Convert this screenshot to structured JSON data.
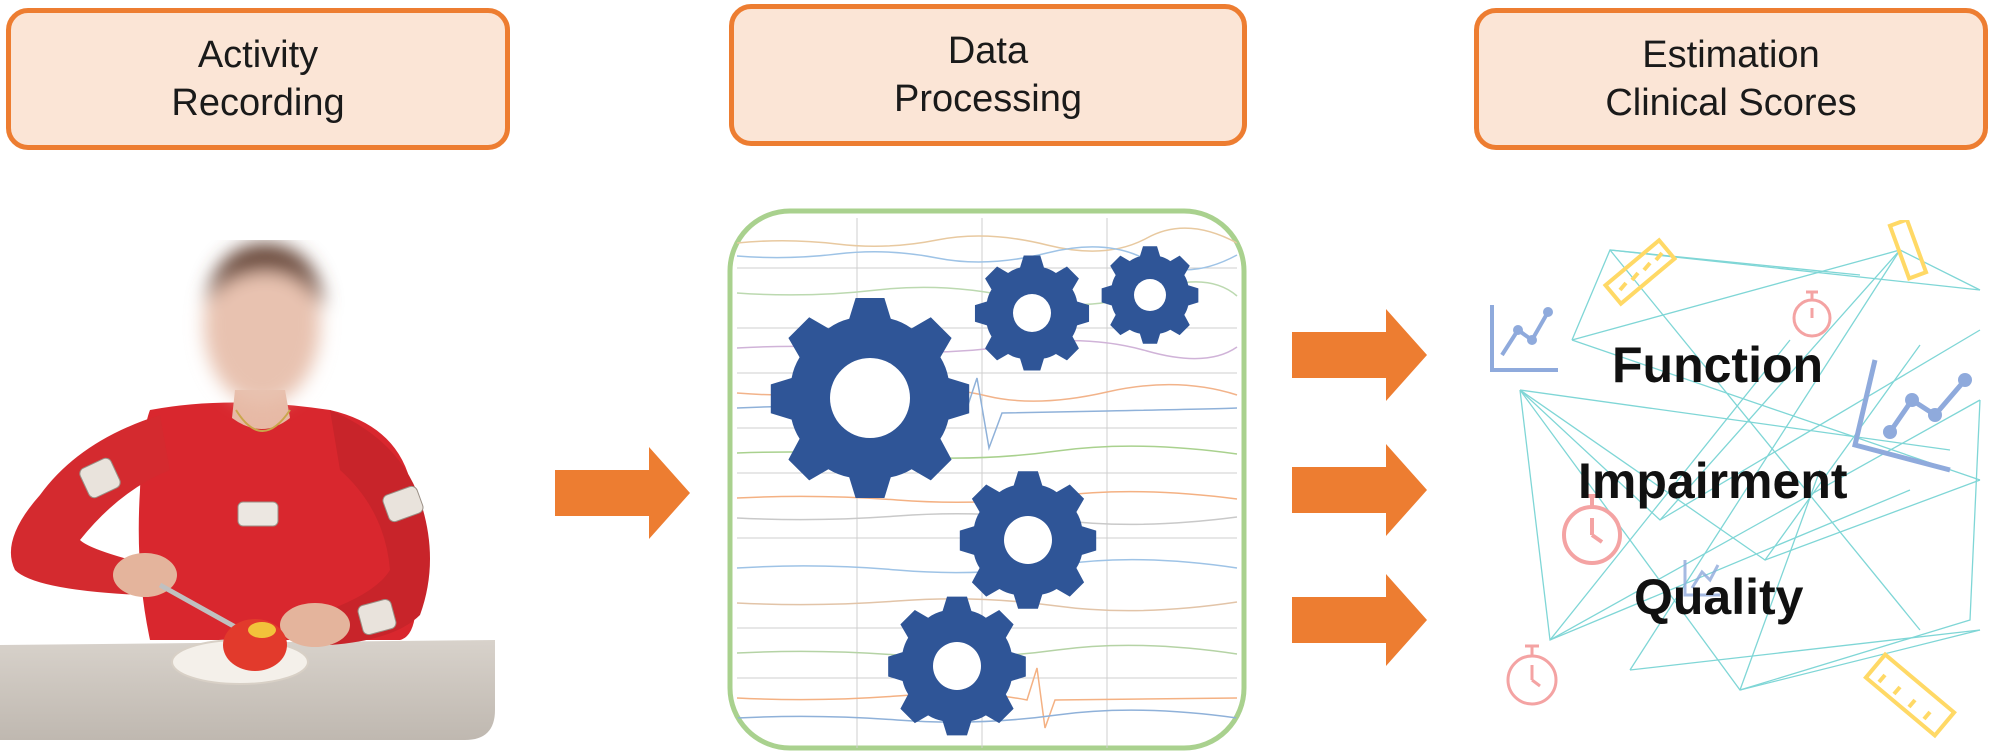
{
  "stages": [
    {
      "line1": "Activity",
      "line2": "Recording"
    },
    {
      "line1": "Data",
      "line2": "Processing"
    },
    {
      "line1": "Estimation",
      "line2": "Clinical Scores"
    }
  ],
  "outputs": {
    "function": "Function",
    "impairment": "Impairment",
    "quality": "Quality"
  },
  "colors": {
    "box_border": "#ed7d31",
    "box_fill": "#fbe5d6",
    "arrow": "#ed7d31",
    "gear": "#2f5597",
    "processing_border": "#a9d18e",
    "network_lines": "#7fd6d6",
    "chart_icon": "#8faadc",
    "ruler_icon": "#ffd966",
    "stopwatch_icon": "#f4a3a3"
  },
  "icons": [
    "person-photo",
    "gear-icon",
    "arrow-right-icon",
    "line-chart-icon",
    "ruler-icon",
    "stopwatch-icon"
  ]
}
